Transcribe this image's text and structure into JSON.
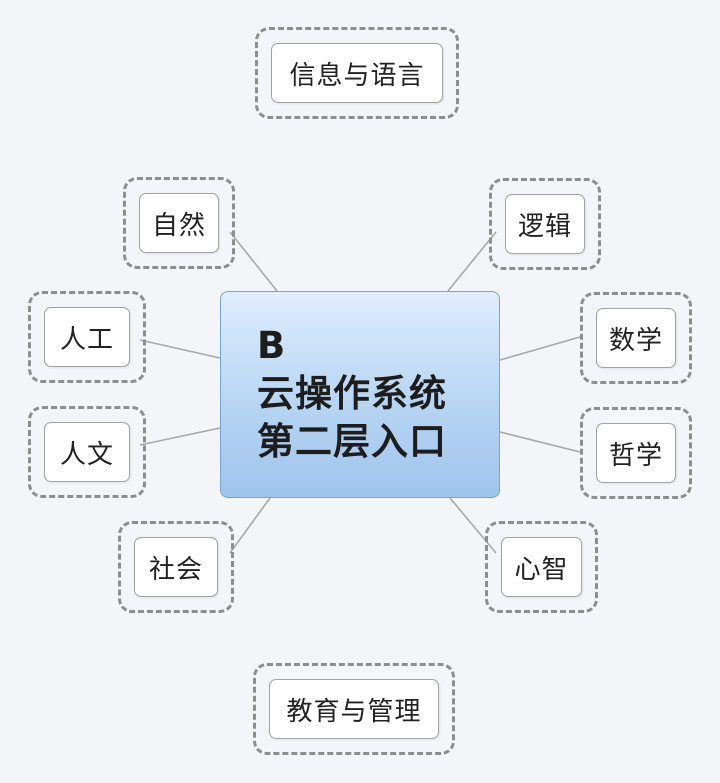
{
  "center": {
    "lines": [
      "B",
      "云操作系统",
      "第二层入口"
    ]
  },
  "nodes": {
    "top": "信息与语言",
    "ziran": "自然",
    "luoji": "逻辑",
    "rengong": "人工",
    "shuxue": "数学",
    "renwen": "人文",
    "zhexue": "哲学",
    "shehui": "社会",
    "xinzhi": "心智",
    "bottom": "教育与管理"
  },
  "colors": {
    "background": "#f3f5f8",
    "center_top": "#dfeefd",
    "center_bottom": "#9fc4ec",
    "dashed_border": "#8e8e8e",
    "connector": "#a8a8a8"
  }
}
